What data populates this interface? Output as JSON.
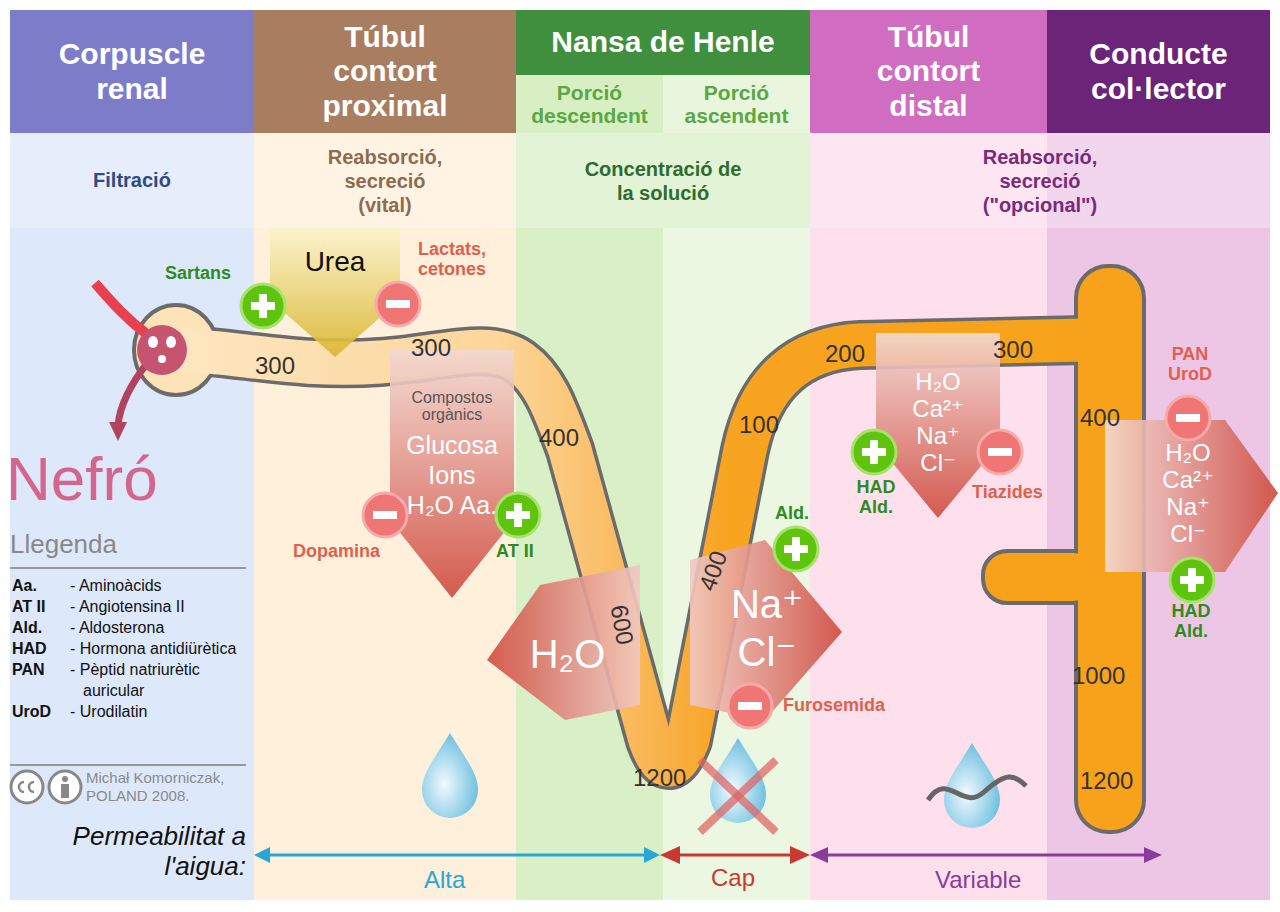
{
  "diagram": {
    "title": "Nefró",
    "nodes": [
      {
        "text": [
          "Corpuscle renal"
        ]
      },
      {
        "text": [
          "Túbul contort proximal"
        ]
      },
      {
        "text": [
          "Nansa de Henle"
        ]
      },
      {
        "text": [
          "Porció descendent"
        ]
      },
      {
        "text": [
          "Porció ascendent"
        ]
      },
      {
        "text": [
          "Túbul contort distal"
        ]
      },
      {
        "text": [
          "Conducte col·lector"
        ]
      },
      {
        "text": [
          "Filtració"
        ]
      },
      {
        "text": [
          "Reabsorció, secreció (vital)"
        ]
      },
      {
        "text": [
          "Concentració de la solució"
        ]
      },
      {
        "text": [
          "Reabsorció, secreció (\"opcional\")"
        ]
      },
      {
        "text": [
          "Urea"
        ]
      },
      {
        "text": [
          "Compostos orgànics",
          "Glucosa Ions H₂O Aa."
        ]
      },
      {
        "text": [
          "H₂O"
        ]
      },
      {
        "text": [
          "Na⁺ Cl⁻"
        ]
      },
      {
        "text": [
          "H₂O Ca²⁺ Na⁺ Cl⁻"
        ]
      },
      {
        "text": [
          "H₂O Ca²⁺ Na⁺ Cl⁻"
        ]
      }
    ],
    "labels": [
      "Sartans",
      "Lactats, cetones",
      "300",
      "300",
      "400",
      "Dopamina",
      "AT II",
      "600",
      "1200",
      "400",
      "100",
      "Ald.",
      "Furosemida",
      "200",
      "300",
      "HAD Ald.",
      "Tiazides",
      "PAN UroD",
      "400",
      "HAD Ald.",
      "1000",
      "1200",
      "Llegenda",
      "Aa.",
      "- Aminoàcids",
      "AT II",
      "- Angiotensina II",
      "Ald.",
      "- Aldosterona",
      "HAD",
      "- Hormona antidiürètica",
      "PAN",
      "- Pèptid natriurètic auricular",
      "UroD",
      "- Urodilatin",
      "Michał Komorniczak, POLAND 2008.",
      "Permeabilitat a l'aigua:",
      "Alta",
      "Cap",
      "Variable"
    ]
  }
}
